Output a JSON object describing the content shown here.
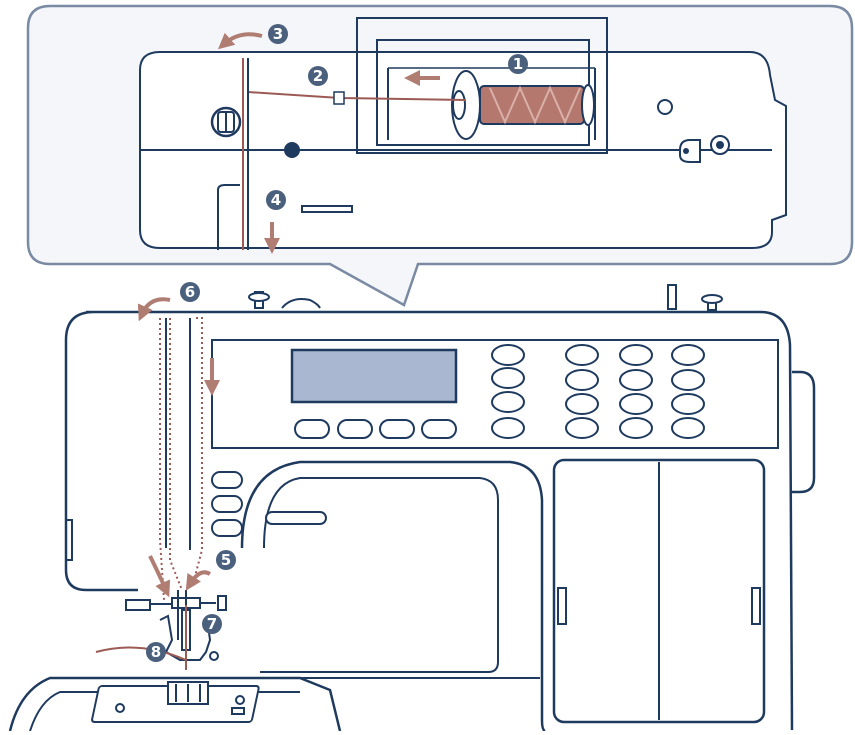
{
  "colors": {
    "outline": "#1f3a5f",
    "thread": "#9c5a55",
    "arrow": "#b07d73",
    "badge": "#4a607d",
    "callout_bg": "#f4f6fa",
    "callout_border": "#7a8aa3",
    "lcd": "#a9b8d0",
    "spool_fill": "#b5786f"
  },
  "steps": [
    {
      "id": "1",
      "label": "1"
    },
    {
      "id": "2",
      "label": "2"
    },
    {
      "id": "3",
      "label": "3"
    },
    {
      "id": "4",
      "label": "4"
    },
    {
      "id": "5",
      "label": "5"
    },
    {
      "id": "6",
      "label": "6"
    },
    {
      "id": "7",
      "label": "7"
    },
    {
      "id": "8",
      "label": "8"
    }
  ],
  "icons": {
    "arrow_down": "arrow-down-icon",
    "arrow_left": "arrow-left-icon",
    "curved_arrow": "curved-arrow-icon"
  }
}
